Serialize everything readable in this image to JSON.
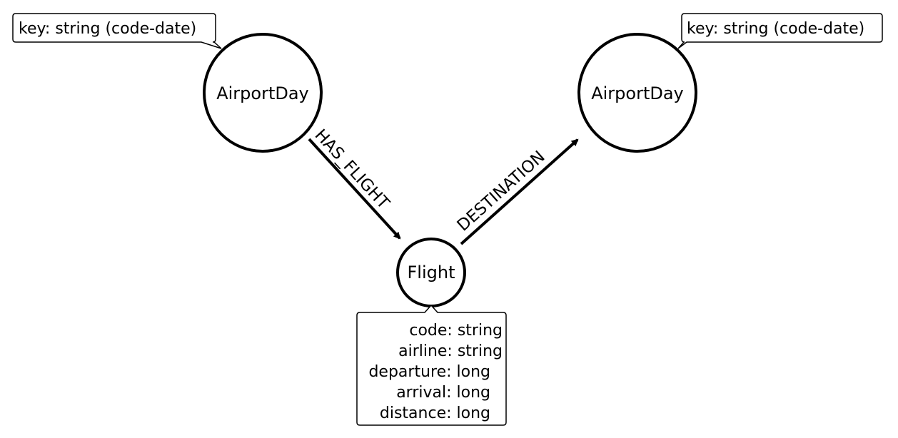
{
  "nodes": {
    "airport_day_left": {
      "label": "AirportDay"
    },
    "airport_day_right": {
      "label": "AirportDay"
    },
    "flight": {
      "label": "Flight"
    }
  },
  "relationships": {
    "has_flight": {
      "label": "HAS_FLIGHT"
    },
    "destination": {
      "label": "DESTINATION"
    }
  },
  "callouts": {
    "airport_day_left_props": {
      "lines": [
        "key: string (code-date)"
      ]
    },
    "airport_day_right_props": {
      "lines": [
        "key: string (code-date)"
      ]
    },
    "flight_props": {
      "lines": [
        "code: string",
        "airline: string",
        "departure: long",
        "arrival: long",
        "distance: long"
      ]
    }
  },
  "colors": {
    "stroke": "#000000",
    "background": "#ffffff"
  }
}
